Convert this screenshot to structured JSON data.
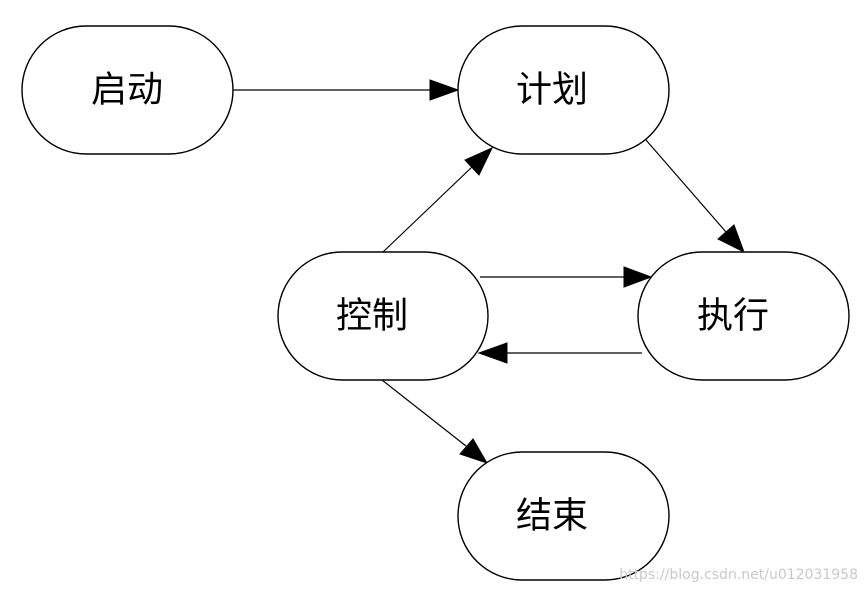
{
  "diagram": {
    "nodes": [
      {
        "id": "start",
        "label": "启动"
      },
      {
        "id": "plan",
        "label": "计划"
      },
      {
        "id": "control",
        "label": "控制"
      },
      {
        "id": "execute",
        "label": "执行"
      },
      {
        "id": "end",
        "label": "结束"
      }
    ],
    "edges": [
      {
        "from": "start",
        "to": "plan"
      },
      {
        "from": "plan",
        "to": "execute"
      },
      {
        "from": "control",
        "to": "plan"
      },
      {
        "from": "control",
        "to": "execute"
      },
      {
        "from": "execute",
        "to": "control"
      },
      {
        "from": "control",
        "to": "end"
      }
    ],
    "colors": {
      "stroke": "#000000",
      "fill": "#ffffff",
      "watermark": "#c9c9c9"
    }
  },
  "watermark": "https://blog.csdn.net/u012031958"
}
